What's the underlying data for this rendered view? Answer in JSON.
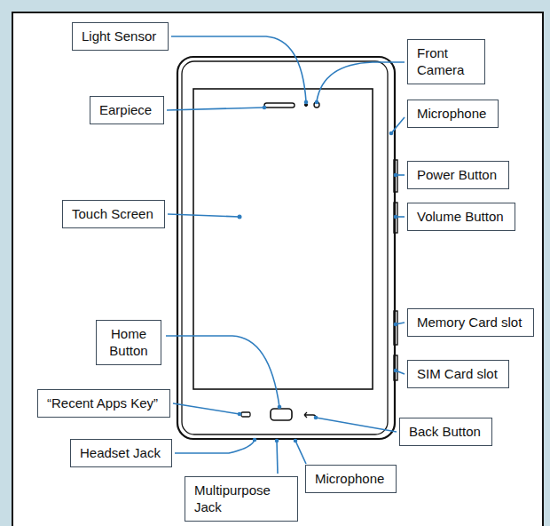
{
  "diagram": {
    "nodes": [
      {
        "text": [
          "Light Sensor"
        ]
      },
      {
        "text": [
          "Front Camera"
        ]
      },
      {
        "text": [
          "Earpiece"
        ]
      },
      {
        "text": [
          "Microphone"
        ]
      },
      {
        "text": [
          "Power Button"
        ]
      },
      {
        "text": [
          "Touch Screen"
        ]
      },
      {
        "text": [
          "Volume Button"
        ]
      },
      {
        "text": [
          "Memory Card slot"
        ]
      },
      {
        "text": [
          "Home Button"
        ]
      },
      {
        "text": [
          "SIM Card slot"
        ]
      },
      {
        "text": [
          "“Recent Apps Key”"
        ]
      },
      {
        "text": [
          "Back Button"
        ]
      },
      {
        "text": [
          "Headset Jack"
        ]
      },
      {
        "text": [
          "Microphone"
        ]
      },
      {
        "text": [
          "Multipurpose Jack"
        ]
      }
    ]
  }
}
